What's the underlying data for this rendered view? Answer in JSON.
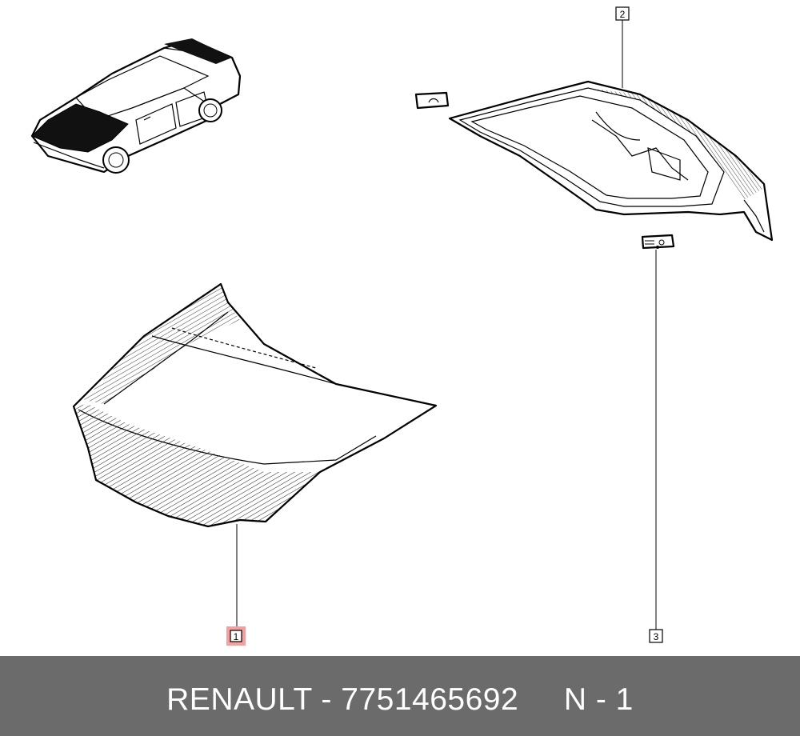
{
  "callouts": {
    "1": {
      "label": "1",
      "highlight_color": "#f4a0a0"
    },
    "2": {
      "label": "2"
    },
    "3": {
      "label": "3"
    }
  },
  "footer": {
    "brand": "RENAULT",
    "separator": " - ",
    "part_number": "7751465692",
    "gap": "     ",
    "note": "N - 1",
    "background": "#6b6b6b",
    "text_color": "#ffffff"
  }
}
